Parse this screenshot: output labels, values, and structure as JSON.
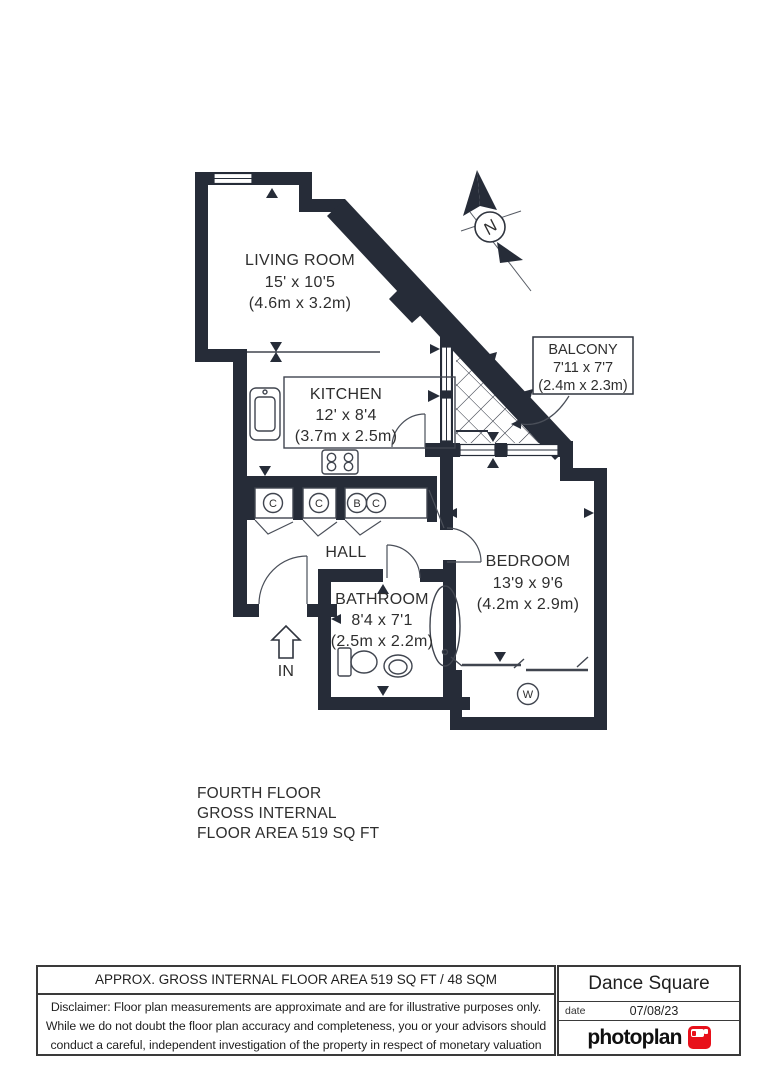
{
  "colors": {
    "wall": "#262c38",
    "thin": "#40454f",
    "text": "#2e2e2e",
    "red": "#e8101a"
  },
  "compass": {
    "north_label": "N"
  },
  "rooms": {
    "living_room": {
      "name": "LIVING ROOM",
      "size_imperial": "15' x 10'5",
      "size_metric": "(4.6m x 3.2m)"
    },
    "kitchen": {
      "name": "KITCHEN",
      "size_imperial": "12' x 8'4",
      "size_metric": "(3.7m x 2.5m)"
    },
    "balcony": {
      "name": "BALCONY",
      "size_imperial": "7'11 x 7'7",
      "size_metric": "(2.4m x 2.3m)"
    },
    "hall": {
      "name": "HALL"
    },
    "bathroom": {
      "name": "BATHROOM",
      "size_imperial": "8'4 x 7'1",
      "size_metric": "(2.5m x 2.2m)"
    },
    "bedroom": {
      "name": "BEDROOM",
      "size_imperial": "13'9 x 9'6",
      "size_metric": "(4.2m x 2.9m)"
    }
  },
  "markers": {
    "entrance": "IN",
    "cupboard_1": "C",
    "cupboard_2": "C",
    "cupboard_3b": "B",
    "cupboard_3c": "C",
    "wardrobe": "W"
  },
  "floor_summary": {
    "line1": "FOURTH FLOOR",
    "line2": "GROSS INTERNAL",
    "line3": "FLOOR AREA 519 SQ FT"
  },
  "footer": {
    "area_heading": "APPROX. GROSS INTERNAL FLOOR AREA 519 SQ FT / 48 SQM",
    "disclaimer_lines": [
      "Disclaimer: Floor plan measurements are approximate and are for illustrative purposes only.",
      "While we do not doubt the floor plan accuracy and completeness, you or your advisors should",
      "conduct a careful, independent investigation of the property in respect of monetary valuation"
    ],
    "property_name": "Dance Square",
    "date_label": "date",
    "date_value": "07/08/23",
    "brand_name": "photoplan"
  }
}
